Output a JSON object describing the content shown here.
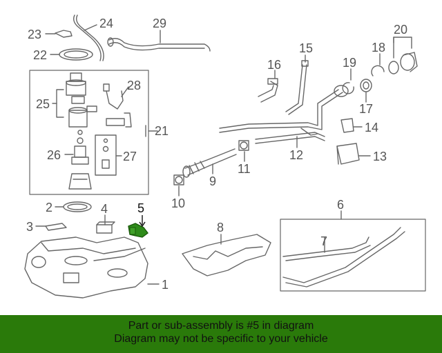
{
  "callouts": {
    "n1": "1",
    "n2": "2",
    "n3": "3",
    "n4": "4",
    "n5": "5",
    "n6": "6",
    "n7": "7",
    "n8": "8",
    "n9": "9",
    "n10": "10",
    "n11": "11",
    "n12": "12",
    "n13": "13",
    "n14": "14",
    "n15": "15",
    "n16": "16",
    "n17": "17",
    "n18": "18",
    "n19": "19",
    "n20": "20",
    "n21": "21",
    "n22": "22",
    "n23": "23",
    "n24": "24",
    "n25": "25",
    "n26": "26",
    "n27": "27",
    "n28": "28",
    "n29": "29"
  },
  "highlight": {
    "part_number": "5",
    "color": "#2e8b1a"
  },
  "footer": {
    "line1": "Part or sub-assembly is #5 in diagram",
    "line2": "Diagram may not be specific to your vehicle",
    "background": "#2a7a0a"
  }
}
